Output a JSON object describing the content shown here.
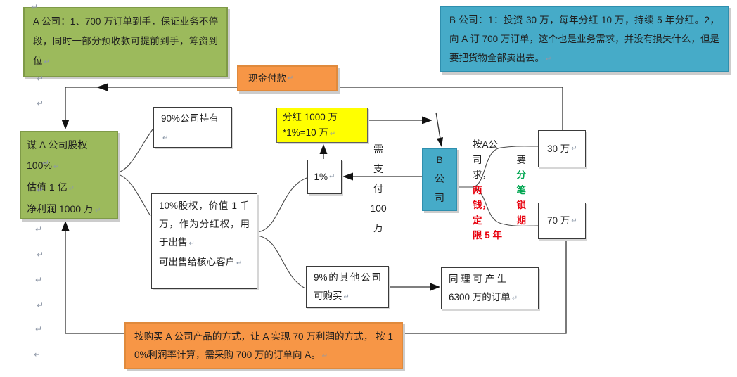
{
  "colors": {
    "black_text": "#1f1f1f",
    "red_text": "#e8000d",
    "green_text": "#00a651",
    "green_fill": "#9cba5c",
    "blue_fill": "#46abc8",
    "orange_fill": "#f79646",
    "yellow_fill": "#ffff00"
  },
  "editor": {
    "return_mark": "↵"
  },
  "notes": {
    "company_a": "A 公司：1、700 万订单到手，保证业务不停段，同时一部分预收款可提前到手，筹资到位",
    "company_b": "B 公司：1：投资 30 万，每年分红 10 万，持续 5 年分红。2，向 A 订 700 万订单，这个也是业务需求，并没有损失什么，但是要把货物全部卖出去。",
    "bottom": "按购买 A 公司产品的方式，让 A 实现 70 万利润的方式， 按 10%利润率计算，需采购 700 万的订单向 A。"
  },
  "nodes": {
    "cash_payment": "现金付款",
    "equity_goal": {
      "lines": [
        "谋 A 公司股权",
        "100%",
        "估值 1 亿",
        "净利润 1000 万"
      ]
    },
    "held_90": "90%公司持有",
    "equity_10": {
      "para1": "10%股权，价值 1 千万，作为分红权，用于出售",
      "para2": "可出售给核心客户"
    },
    "dividend": {
      "line1": "分红  1000 万",
      "line2": "*1%=10 万"
    },
    "one_percent": "1%",
    "need_pay": {
      "chars": [
        "需",
        "支",
        "付",
        "100",
        "万"
      ]
    },
    "company_b_box": {
      "chars": [
        "B",
        "公",
        "司"
      ]
    },
    "amount_30": "30 万",
    "amount_70": "70 万",
    "other_9": "9%的其他公司可购买",
    "same_logic": {
      "line1": "同 理 可 产 生",
      "line2": "6300 万的订单"
    },
    "requirement": {
      "lines": [
        [
          {
            "t": "按A公",
            "c": "black_text"
          }
        ],
        [
          {
            "t": "司",
            "c": "black_text"
          },
          {
            "t": "要",
            "c": "black_text"
          }
        ],
        [
          {
            "t": "求，",
            "c": "black_text"
          },
          {
            "t": "分",
            "c": "green_text"
          }
        ],
        [
          {
            "t": "两",
            "c": "red_text"
          },
          {
            "t": "笔",
            "c": "green_text"
          }
        ],
        [
          {
            "t": "钱，",
            "c": "red_text"
          },
          {
            "t": "锁",
            "c": "red_text"
          }
        ],
        [
          {
            "t": "定",
            "c": "red_text"
          },
          {
            "t": "期",
            "c": "red_text"
          }
        ],
        [
          {
            "t": "限 5 年",
            "c": "red_text"
          }
        ]
      ]
    }
  }
}
